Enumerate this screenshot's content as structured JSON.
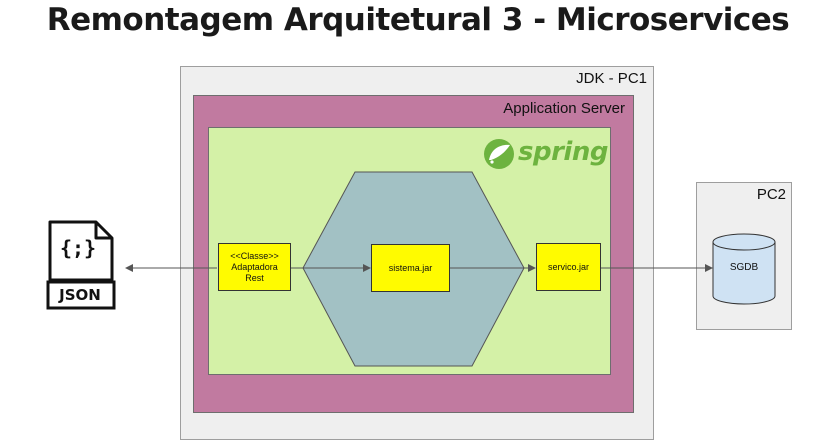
{
  "title": "Remontagem Arquitetural 3 - Microservices",
  "containers": {
    "jdk": "JDK - PC1",
    "app_server": "Application Server",
    "spring": "spring",
    "pc2": "PC2"
  },
  "components": {
    "adaptadora_line1": "<<Classe>>",
    "adaptadora_line2": "Adaptadora",
    "adaptadora_line3": "Rest",
    "sistema": "sistema.jar",
    "servico": "servico.jar",
    "database": "SGDB"
  },
  "json_icon": {
    "label": "JSON",
    "symbol": "{;}",
    "icon": "json-file-icon"
  },
  "colors": {
    "jdk": "#efefef",
    "app_server": "#c17aa0",
    "spring_box": "#d4f1a7",
    "hexagon": "#a2c1c4",
    "component": "#fffb00",
    "database": "#cfe2f3",
    "spring_brand": "#6db33f"
  }
}
